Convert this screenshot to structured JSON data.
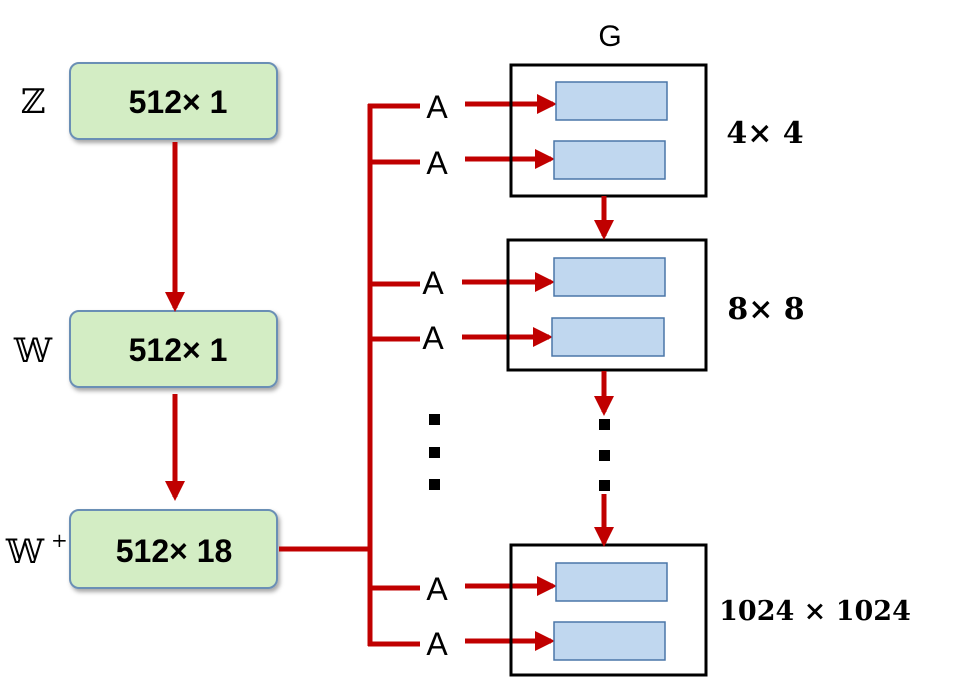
{
  "generator_label": "G",
  "spaces": [
    {
      "symbol": "ℤ",
      "sup": "",
      "dim": "512× 1"
    },
    {
      "symbol": "𝕎",
      "sup": "",
      "dim": "512× 1"
    },
    {
      "symbol": "𝕎",
      "sup": "+",
      "dim": "512× 18"
    }
  ],
  "adain_label": "A",
  "dots": "⋮",
  "blocks": [
    {
      "resolution": "4× 4"
    },
    {
      "resolution": "8× 8"
    },
    {
      "resolution": "1024 × 1024"
    }
  ],
  "colors": {
    "arrow": "#c00000",
    "vector_fill": "#d3edc4",
    "vector_stroke": "#6b8fb5",
    "layer_fill": "#c0d7ef",
    "layer_stroke": "#4a76a8",
    "block_stroke": "#000000"
  }
}
